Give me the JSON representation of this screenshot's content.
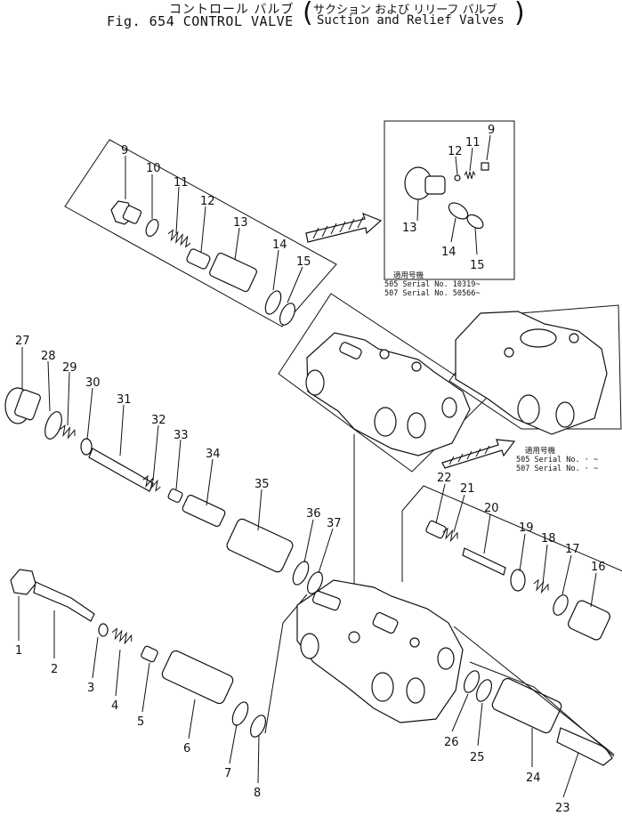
{
  "header": {
    "title_jp": "コントロール バルブ",
    "title_en": "Fig. 654 CONTROL VALVE",
    "subtitle_jp": "サクション および リリーフ バルブ",
    "subtitle_en": "Suction and Relief Valves"
  },
  "serial_blocks": {
    "upper": {
      "label_jp": "適用号機",
      "line1": "505 Serial No. 10319~",
      "line2": "507 Serial No. 50566~"
    },
    "lower": {
      "label_jp": "適用号機",
      "line1": "505 Serial No. · ~",
      "line2": "507 Serial No. · ~"
    }
  },
  "callouts": [
    "1",
    "2",
    "3",
    "4",
    "5",
    "6",
    "7",
    "8",
    "9",
    "10",
    "11",
    "12",
    "13",
    "14",
    "15",
    "16",
    "17",
    "18",
    "19",
    "20",
    "21",
    "22",
    "23",
    "24",
    "25",
    "26",
    "27",
    "28",
    "29",
    "30",
    "31",
    "32",
    "33",
    "34",
    "35",
    "36",
    "37"
  ],
  "inset_callouts": [
    "9",
    "11",
    "12",
    "13",
    "14",
    "15"
  ]
}
